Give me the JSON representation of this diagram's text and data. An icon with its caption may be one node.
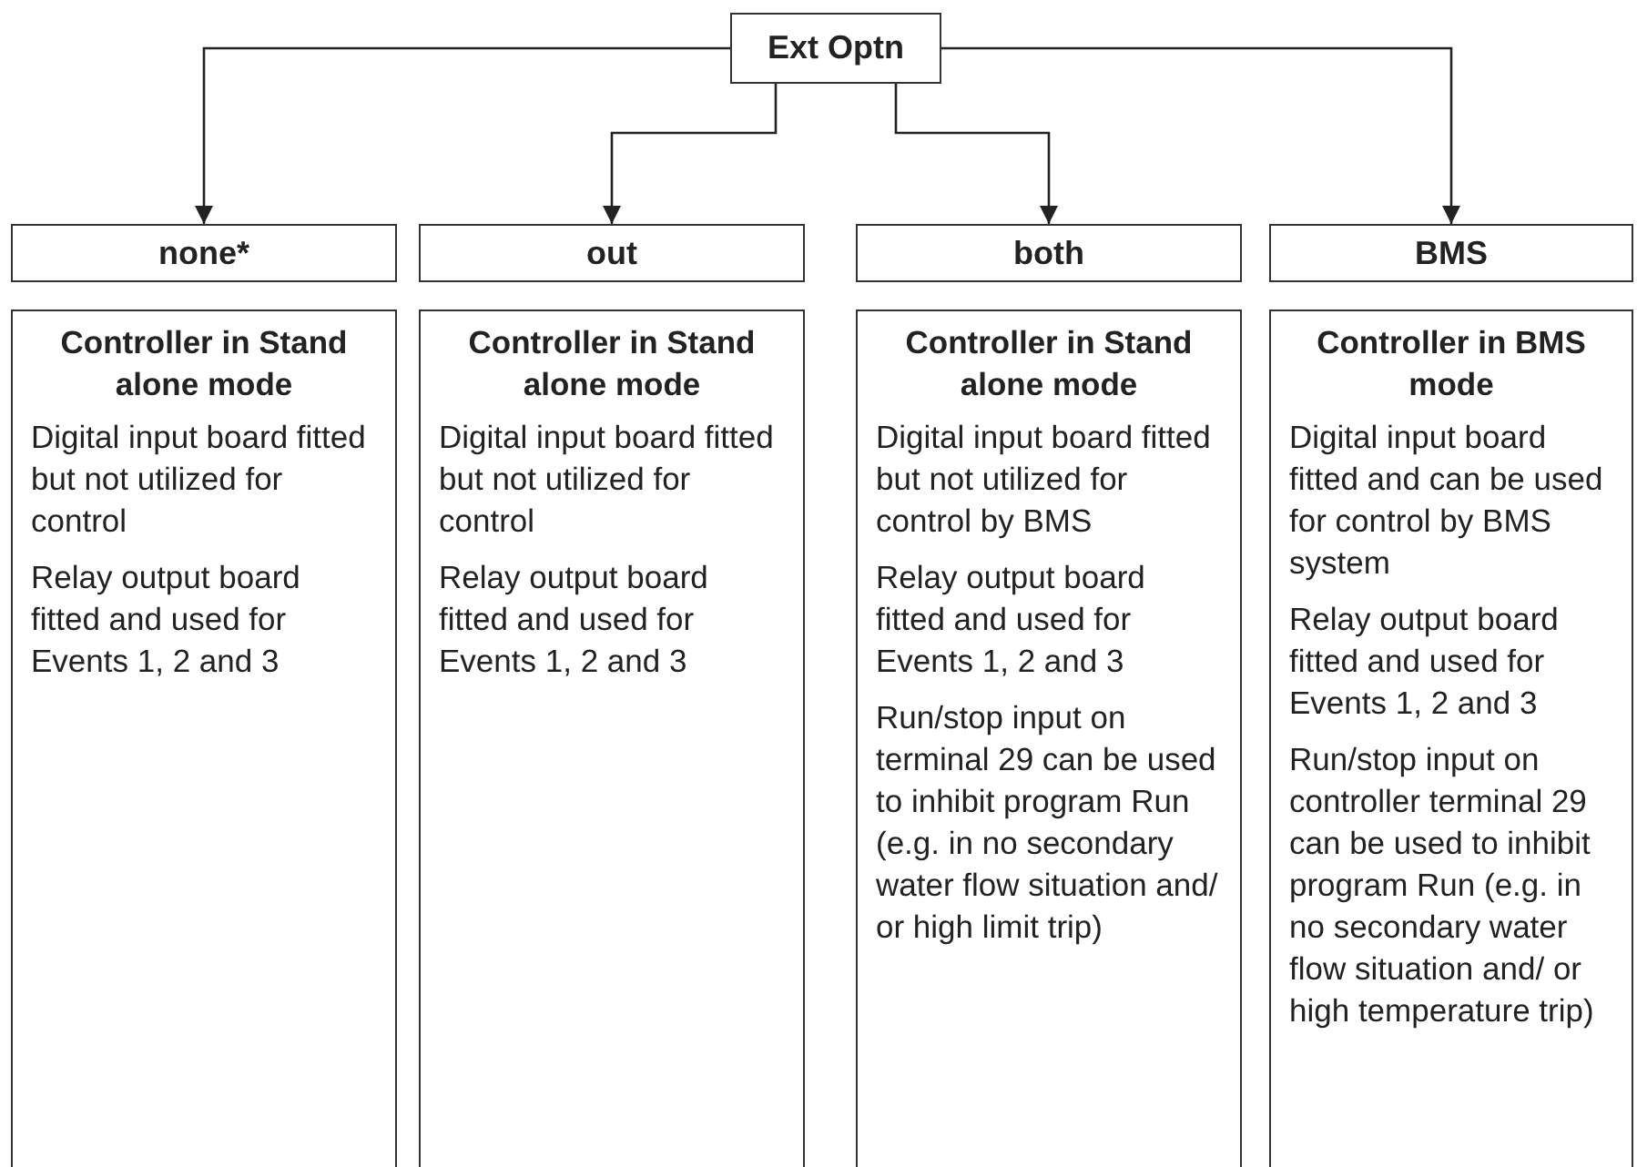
{
  "diagram": {
    "nodes": [
      {
        "text": [
          "Ext Optn"
        ]
      },
      {
        "text": [
          "none*"
        ]
      },
      {
        "text": [
          "out"
        ]
      },
      {
        "text": [
          "both"
        ]
      },
      {
        "text": [
          "BMS"
        ]
      },
      {
        "text": [
          "Controller in Stand alone mode",
          "Digital input board fitted but not utilized for control",
          "Relay output board fitted and used for Events 1, 2 and 3"
        ]
      },
      {
        "text": [
          "Controller in Stand alone mode",
          "Digital input board fitted but not utilized for control",
          "Relay output board fitted and used for Events 1, 2 and 3"
        ]
      },
      {
        "text": [
          "Controller in Stand alone mode",
          "Digital input board fitted but not utilized for control by BMS",
          "Relay output board fitted and used for Events 1, 2 and 3",
          "Run/stop input on terminal 29 can be used to inhibit program Run (e.g. in no secondary water flow situation and/ or high limit trip)"
        ]
      },
      {
        "text": [
          "Controller in BMS mode",
          "Digital input board fitted and can be used for control by BMS system",
          "Relay output board fitted and used for Events 1, 2 and 3",
          "Run/stop input on controller terminal 29 can be used to inhibit program Run (e.g. in no secondary water flow situation and/ or high temperature trip)"
        ]
      }
    ],
    "edges": [
      {
        "from": 0,
        "to": 1,
        "arrow": "to"
      },
      {
        "from": 0,
        "to": 2,
        "arrow": "to"
      },
      {
        "from": 0,
        "to": 3,
        "arrow": "to"
      },
      {
        "from": 0,
        "to": 4,
        "arrow": "to"
      }
    ]
  }
}
